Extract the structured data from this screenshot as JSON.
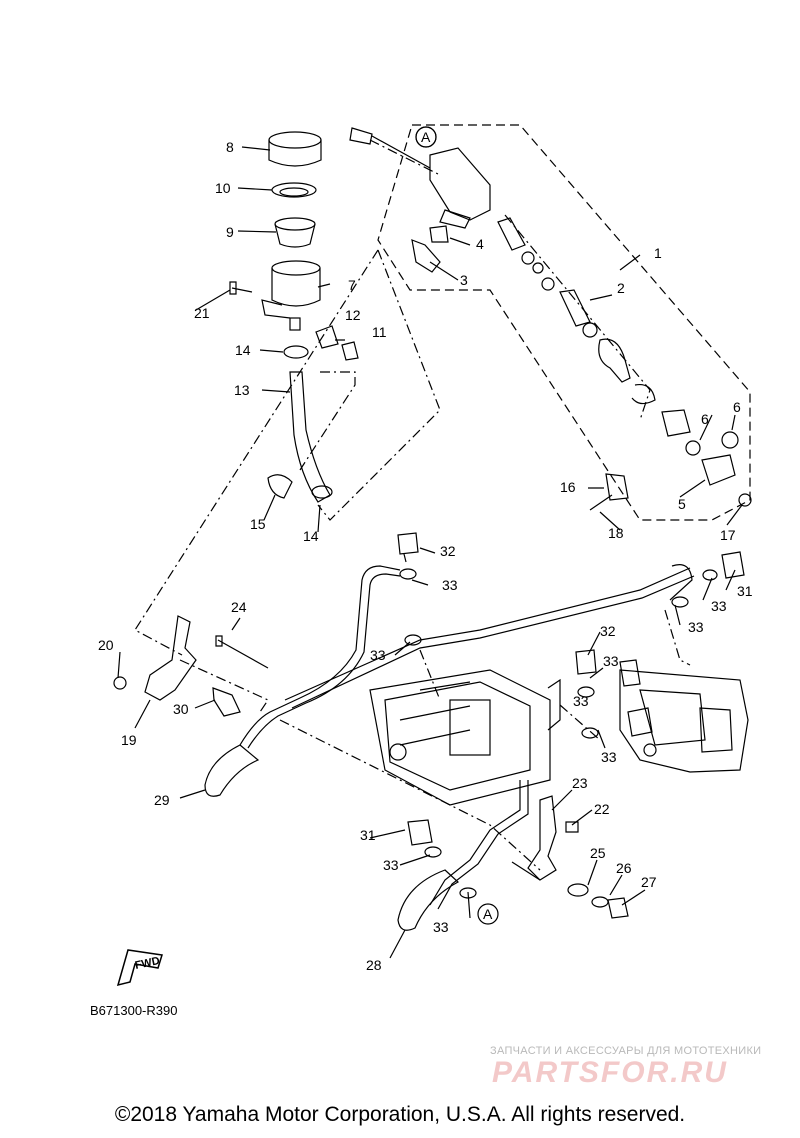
{
  "diagram": {
    "callouts": [
      {
        "id": "1",
        "text": "1"
      },
      {
        "id": "2",
        "text": "2"
      },
      {
        "id": "3",
        "text": "3"
      },
      {
        "id": "4",
        "text": "4"
      },
      {
        "id": "5",
        "text": "5"
      },
      {
        "id": "6a",
        "text": "6"
      },
      {
        "id": "6b",
        "text": "6"
      },
      {
        "id": "7",
        "text": "7"
      },
      {
        "id": "8",
        "text": "8"
      },
      {
        "id": "9",
        "text": "9"
      },
      {
        "id": "10",
        "text": "10"
      },
      {
        "id": "11",
        "text": "11"
      },
      {
        "id": "12",
        "text": "12"
      },
      {
        "id": "13",
        "text": "13"
      },
      {
        "id": "14a",
        "text": "14"
      },
      {
        "id": "14b",
        "text": "14"
      },
      {
        "id": "15",
        "text": "15"
      },
      {
        "id": "16",
        "text": "16"
      },
      {
        "id": "17",
        "text": "17"
      },
      {
        "id": "18",
        "text": "18"
      },
      {
        "id": "19",
        "text": "19"
      },
      {
        "id": "20",
        "text": "20"
      },
      {
        "id": "21",
        "text": "21"
      },
      {
        "id": "22",
        "text": "22"
      },
      {
        "id": "23",
        "text": "23"
      },
      {
        "id": "24",
        "text": "24"
      },
      {
        "id": "25",
        "text": "25"
      },
      {
        "id": "26",
        "text": "26"
      },
      {
        "id": "27",
        "text": "27"
      },
      {
        "id": "28",
        "text": "28"
      },
      {
        "id": "29",
        "text": "29"
      },
      {
        "id": "30",
        "text": "30"
      },
      {
        "id": "31a",
        "text": "31"
      },
      {
        "id": "31b",
        "text": "31"
      },
      {
        "id": "32a",
        "text": "32"
      },
      {
        "id": "32b",
        "text": "32"
      },
      {
        "id": "33a",
        "text": "33"
      },
      {
        "id": "33b",
        "text": "33"
      },
      {
        "id": "33c",
        "text": "33"
      },
      {
        "id": "33d",
        "text": "33"
      },
      {
        "id": "33e",
        "text": "33"
      },
      {
        "id": "33f",
        "text": "33"
      },
      {
        "id": "33g",
        "text": "33"
      },
      {
        "id": "33h",
        "text": "33"
      },
      {
        "id": "33i",
        "text": "33"
      }
    ],
    "ref_marks": [
      "A",
      "A"
    ],
    "fwd_label": "FWD",
    "diagram_code": "B671300-R390"
  },
  "watermark": {
    "tagline": "ЗАПЧАСТИ И АКСЕССУАРЫ ДЛЯ МОТОТЕХНИКИ",
    "logo": "PARTSFOR.RU"
  },
  "footer": {
    "copyright": "©2018 Yamaha Motor Corporation, U.S.A. All rights reserved."
  },
  "colors": {
    "line": "#000000",
    "watermark_logo": "#f3c9c9",
    "watermark_text": "#b9b9b9"
  }
}
